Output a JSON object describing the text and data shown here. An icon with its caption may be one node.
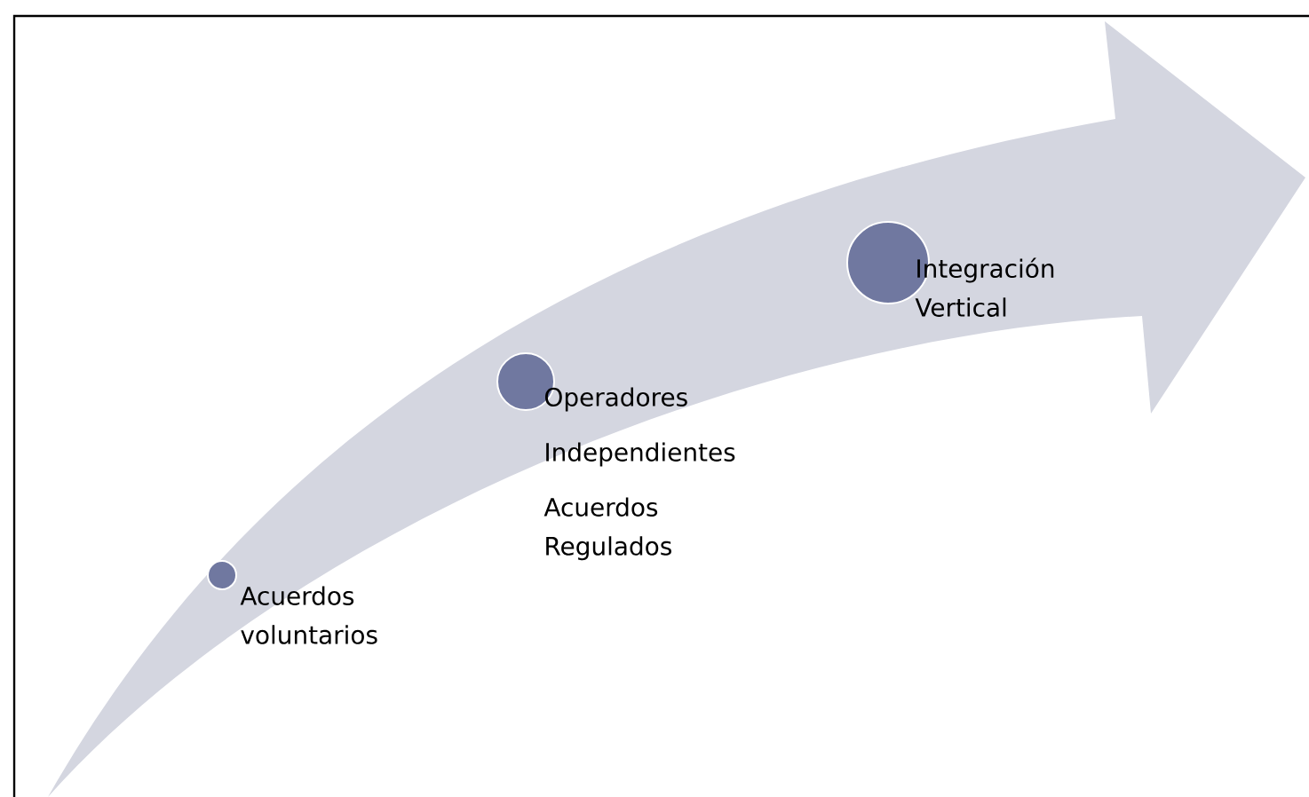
{
  "diagram": {
    "nodes": [
      {
        "text": [],
        "shape": "circle",
        "beside": [
          "Acuerdos voluntarios"
        ]
      },
      {
        "text": [],
        "shape": "circle",
        "beside": [
          "Operadores",
          "Independientes",
          "Acuerdos Regulados"
        ]
      },
      {
        "text": [],
        "shape": "circle",
        "beside": [
          "Integración Vertical"
        ]
      }
    ]
  }
}
